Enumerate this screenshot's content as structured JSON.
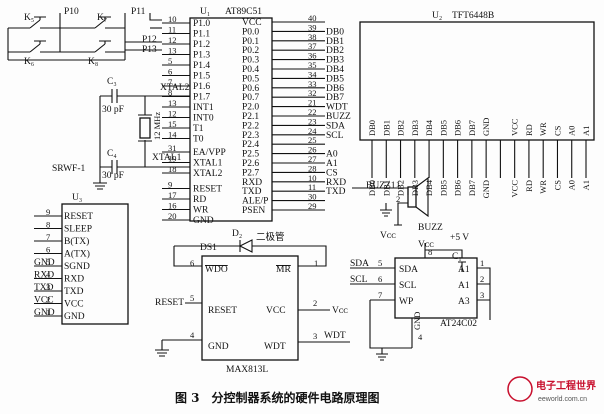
{
  "mcu": {
    "ref": "U₁",
    "part": "AT89C51",
    "left_pins": [
      {
        "num": "10",
        "name": "P1.0"
      },
      {
        "num": "11",
        "name": "P1.1"
      },
      {
        "num": "12",
        "name": "P1.2"
      },
      {
        "num": "13",
        "name": "P1.3"
      },
      {
        "num": "5",
        "name": "P1.4"
      },
      {
        "num": "6",
        "name": "P1.5"
      },
      {
        "num": "7",
        "name": "P1.6"
      },
      {
        "num": "8",
        "name": "P1.7"
      },
      {
        "num": "13",
        "name": "INT1"
      },
      {
        "num": "12",
        "name": "INT0"
      },
      {
        "num": "15",
        "name": "T1"
      },
      {
        "num": "14",
        "name": "T0"
      },
      {
        "num": "31",
        "name": "EA/VPP"
      },
      {
        "num": "19",
        "name": "XTAL1"
      },
      {
        "num": "18",
        "name": "XTAL2"
      },
      {
        "num": "9",
        "name": "RESET"
      },
      {
        "num": "17",
        "name": "RD"
      },
      {
        "num": "16",
        "name": "WR"
      },
      {
        "num": "20",
        "name": "GND"
      }
    ],
    "right_pins": [
      {
        "num": "40",
        "name": "VCC",
        "net": ""
      },
      {
        "num": "39",
        "name": "P0.0",
        "net": "DB0"
      },
      {
        "num": "38",
        "name": "P0.1",
        "net": "DB1"
      },
      {
        "num": "37",
        "name": "P0.2",
        "net": "DB2"
      },
      {
        "num": "36",
        "name": "P0.3",
        "net": "DB3"
      },
      {
        "num": "35",
        "name": "P0.4",
        "net": "DB4"
      },
      {
        "num": "34",
        "name": "P0.5",
        "net": "DB5"
      },
      {
        "num": "33",
        "name": "P0.6",
        "net": "DB6"
      },
      {
        "num": "32",
        "name": "P0.7",
        "net": "DB7"
      },
      {
        "num": "21",
        "name": "P2.0",
        "net": "WDT"
      },
      {
        "num": "22",
        "name": "P2.1",
        "net": "BUZZ"
      },
      {
        "num": "23",
        "name": "P2.2",
        "net": "SDA"
      },
      {
        "num": "24",
        "name": "P2.3",
        "net": "SCL"
      },
      {
        "num": "25",
        "name": "P2.4",
        "net": ""
      },
      {
        "num": "26",
        "name": "P2.5",
        "net": "A0"
      },
      {
        "num": "27",
        "name": "P2.6",
        "net": "A1"
      },
      {
        "num": "28",
        "name": "P2.7",
        "net": "CS"
      },
      {
        "num": "10",
        "name": "RXD",
        "net": "RXD"
      },
      {
        "num": "11",
        "name": "TXD",
        "net": "TXD"
      },
      {
        "num": "30",
        "name": "ALE/P",
        "net": ""
      },
      {
        "num": "29",
        "name": "PSEN",
        "net": ""
      }
    ]
  },
  "buttons": {
    "k5": "K₅",
    "k7": "K₇",
    "k6": "K₆",
    "k8": "K₈",
    "p10": "P10",
    "p11": "P11",
    "p12": "P12",
    "p13": "P13"
  },
  "crystal": {
    "c3": "C₃",
    "c4": "C₄",
    "c3v": "30 pF",
    "c4v": "30 pF",
    "freq": "12 MHz",
    "xtal2": "XTAL2",
    "xtal1": "XTAL1",
    "srwf": "SRWF-1"
  },
  "lcd": {
    "ref": "U₂",
    "part": "TFT6448B",
    "pins": [
      "DB0",
      "DB1",
      "DB2",
      "DB3",
      "DB4",
      "DB5",
      "DB6",
      "DB7",
      "GND",
      "",
      "VCC",
      "RD",
      "WR",
      "CS",
      "A0",
      "A1"
    ]
  },
  "u3": {
    "ref": "U₃",
    "pins": [
      {
        "num": "9",
        "name": "RESET",
        "net": ""
      },
      {
        "num": "8",
        "name": "SLEEP",
        "net": ""
      },
      {
        "num": "7",
        "name": "B(TX)",
        "net": ""
      },
      {
        "num": "6",
        "name": "A(TX)",
        "net": ""
      },
      {
        "num": "5",
        "name": "SGND",
        "net": "GND"
      },
      {
        "num": "4",
        "name": "RXD",
        "net": "RXD"
      },
      {
        "num": "3",
        "name": "TXD",
        "net": "TXD"
      },
      {
        "num": "2",
        "name": "VCC",
        "net": "VCC"
      },
      {
        "num": "1",
        "name": "GND",
        "net": "GND"
      }
    ]
  },
  "max813": {
    "part": "MAX813L",
    "wdo": "WDO",
    "mr": "MR",
    "reset": "RESET",
    "vcc": "VCC",
    "gnd": "GND",
    "wdt": "WDT",
    "pin6": "6",
    "pin1": "1",
    "pin5": "5",
    "pin2": "2",
    "pin4": "4",
    "pin3": "3",
    "reset_net": "RESET",
    "vcc_net": "Vᴄᴄ",
    "wdt_net": "WDT"
  },
  "diode": {
    "ref": "D₂",
    "label": "二极管",
    "ds": "DS1"
  },
  "buzzer": {
    "net": "BUZZ1",
    "label": "BUZZ",
    "vcc": "Vᴄᴄ",
    "pin1": "1",
    "pin2": "2"
  },
  "eeprom": {
    "part": "AT24C02",
    "c1": "C₁",
    "supply": "+5 V",
    "vcc": "Vᴄᴄ",
    "pins": [
      {
        "num": "5",
        "name": "SDA",
        "net": "SDA"
      },
      {
        "num": "6",
        "name": "SCL",
        "net": "SCL"
      },
      {
        "num": "7",
        "name": "WP",
        "net": ""
      },
      {
        "num": "1",
        "name": "A1",
        "net": ""
      },
      {
        "num": "2",
        "name": "A1",
        "net": ""
      },
      {
        "num": "3",
        "name": "A3",
        "net": ""
      }
    ],
    "gnd": "GND",
    "pin4": "4",
    "pin8": "8"
  },
  "caption": "图 3　分控制器系统的硬件电路原理图",
  "watermark": {
    "cn": "电子工程世界",
    "en": "eeworld.com.cn"
  }
}
